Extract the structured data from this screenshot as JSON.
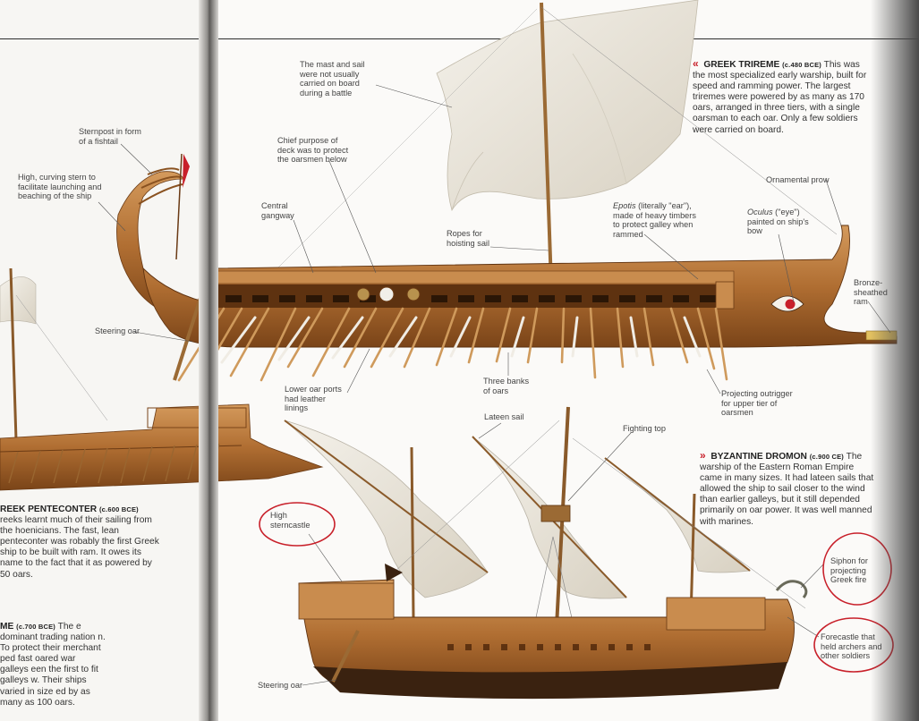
{
  "left_page": {
    "labels": {
      "sternpost": "Sternpost in form of a fishtail",
      "curving_stern": "High, curving stern to facilitate launching and beaching of the ship",
      "steering_oar": "Steering oar"
    },
    "penteconter": {
      "title": "REEK PENTECONTER",
      "date": "(c.600 BCE)",
      "body": "reeks learnt much of their sailing from the hoenicians. The fast, lean penteconter was robably the first Greek ship to be built with ram. It owes its name to the fact that it as powered by 50 oars."
    },
    "bireme": {
      "title": "ME",
      "date": "(c.700 BCE)",
      "body": "The e dominant trading nation n. To protect their merchant ped fast oared war galleys een the first to fit galleys w. Their ships varied in size ed by as many as 100 oars."
    }
  },
  "trireme": {
    "chevron": "«",
    "title": "GREEK TRIREME",
    "date": "(c.480 BCE)",
    "body": "This was the most specialized early warship, built for speed and ramming power. The largest triremes were powered by as many as 170 oars, arranged in three tiers, with a single oarsman to each oar. Only a few soldiers were carried on board.",
    "labels": {
      "mast": "The mast and sail were not usually carried on board during a battle",
      "deck": "Chief purpose of deck was to protect the oarsmen below",
      "gangway": "Central gangway",
      "ropes": "Ropes for hoisting sail",
      "epotis_term": "Epotis",
      "epotis": "(literally \"ear\"), made of heavy timbers to protect galley when rammed",
      "oculus_term": "Oculus",
      "oculus": "(\"eye\") painted on ship's bow",
      "prow": "Ornamental prow",
      "ram": "Bronze-sheathed ram",
      "oar_ports": "Lower oar ports had leather linings",
      "banks": "Three banks of oars",
      "outrigger": "Projecting outrigger for upper tier of oarsmen"
    }
  },
  "dromon": {
    "chevron": "»",
    "title": "BYZANTINE DROMON",
    "date": "(c.900 CE)",
    "body": "The warship of the Eastern Roman Empire came in many sizes. It had lateen sails that allowed the ship to sail closer to the wind than earlier galleys, but it still depended primarily on oar power. It was well manned with marines.",
    "labels": {
      "lateen": "Lateen sail",
      "fighting_top": "Fighting top",
      "sterncastle": "High sterncastle",
      "siphon": "Siphon for projecting Greek fire",
      "forecastle": "Forecastle that held archers and other soldiers",
      "steering_oar": "Steering oar"
    }
  },
  "colors": {
    "annotation_circle": "#c8202a",
    "hull_wood": "#b8763a",
    "sail": "#ece7dc"
  }
}
